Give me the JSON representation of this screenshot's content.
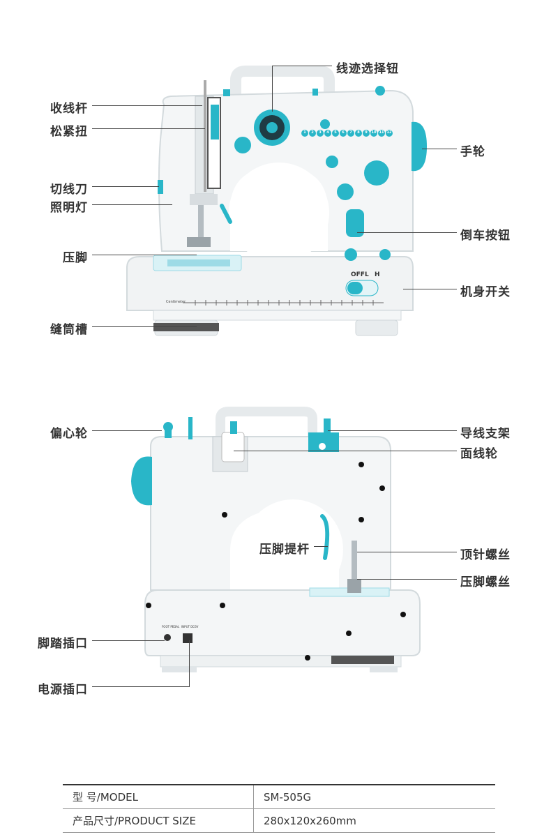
{
  "top_labels": {
    "stitch_selector": "线迹选择钮",
    "take_up_lever": "收线杆",
    "tension_knob": "松紧扭",
    "hand_wheel": "手轮",
    "thread_cutter": "切线刀",
    "light": "照明灯",
    "reverse_button": "倒车按钮",
    "presser_foot": "压脚",
    "power_switch": "机身开关",
    "bobbin_slot": "缝筒槽"
  },
  "bottom_labels": {
    "bobbin_winder": "偏心轮",
    "thread_guide": "导线支架",
    "spool": "面线轮",
    "presser_lever": "压脚提杆",
    "needle_screw": "顶针螺丝",
    "foot_screw": "压脚螺丝",
    "pedal_socket": "脚踏插口",
    "power_socket": "电源插口"
  },
  "machine_text": {
    "switch_states": [
      "OFF",
      "L",
      "H"
    ],
    "ruler_label": "Centimeter",
    "pattern_numbers": [
      "1",
      "2",
      "3",
      "4",
      "5",
      "6",
      "7",
      "8",
      "9",
      "10",
      "11",
      "12"
    ],
    "back_panel_text": [
      "FOOT PEDAL",
      "INPUT DC6V"
    ]
  },
  "specs": [
    {
      "key": "型 号/MODEL",
      "value": "SM-505G"
    },
    {
      "key": "产品尺寸/PRODUCT SIZE",
      "value": "280x120x260mm"
    }
  ],
  "colors": {
    "accent": "#29b6c8",
    "body": "#f4f6f7",
    "outline": "#cfd6da"
  }
}
